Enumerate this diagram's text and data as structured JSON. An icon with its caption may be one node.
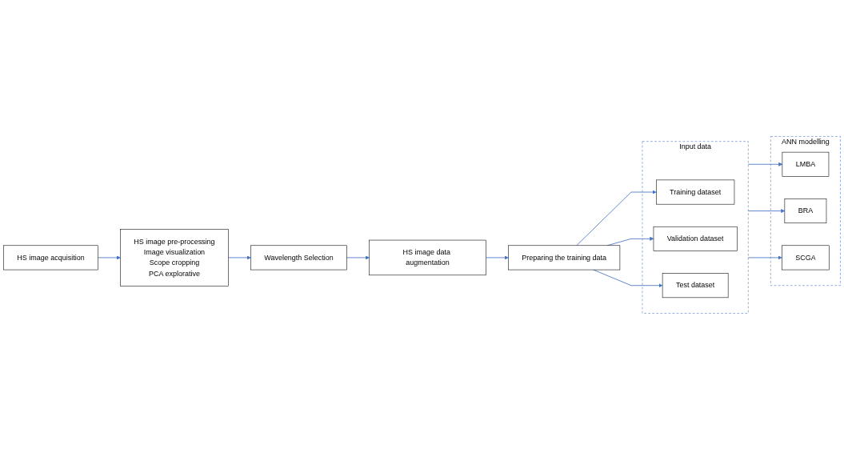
{
  "diagram": {
    "nodes": [
      {
        "text": [
          "HS image acquisition"
        ]
      },
      {
        "text": [
          "HS image pre-processing",
          "Image visualization",
          "Scope cropping",
          "PCA explorative"
        ]
      },
      {
        "text": [
          "Wavelength Selection"
        ]
      },
      {
        "text": [
          "HS image data augmentation"
        ]
      },
      {
        "text": [
          "Preparing the training data"
        ]
      },
      {
        "text": [
          "Input data"
        ]
      },
      {
        "text": [
          "Training dataset"
        ],
        "in": 5
      },
      {
        "text": [
          "Validation dataset"
        ],
        "in": 5
      },
      {
        "text": [
          "Test dataset"
        ],
        "in": 5
      },
      {
        "text": [
          "ANN modelling"
        ]
      },
      {
        "text": [
          "LMBA"
        ],
        "in": 9
      },
      {
        "text": [
          "BRA"
        ],
        "in": 9
      },
      {
        "text": [
          "SCGA"
        ],
        "in": 9
      }
    ],
    "edges": [
      {
        "from": 0,
        "to": 1,
        "arrow": "to"
      },
      {
        "from": 1,
        "to": 2,
        "arrow": "to"
      },
      {
        "from": 2,
        "to": 3,
        "arrow": "to"
      },
      {
        "from": 3,
        "to": 4,
        "arrow": "to"
      },
      {
        "from": 4,
        "to": 6,
        "arrow": "to"
      },
      {
        "from": 4,
        "to": 7,
        "arrow": "to"
      },
      {
        "from": 4,
        "to": 8,
        "arrow": "to"
      },
      {
        "from": 5,
        "to": 10,
        "arrow": "to"
      },
      {
        "from": 5,
        "to": 11,
        "arrow": "to"
      },
      {
        "from": 5,
        "to": 12,
        "arrow": "to"
      }
    ]
  }
}
